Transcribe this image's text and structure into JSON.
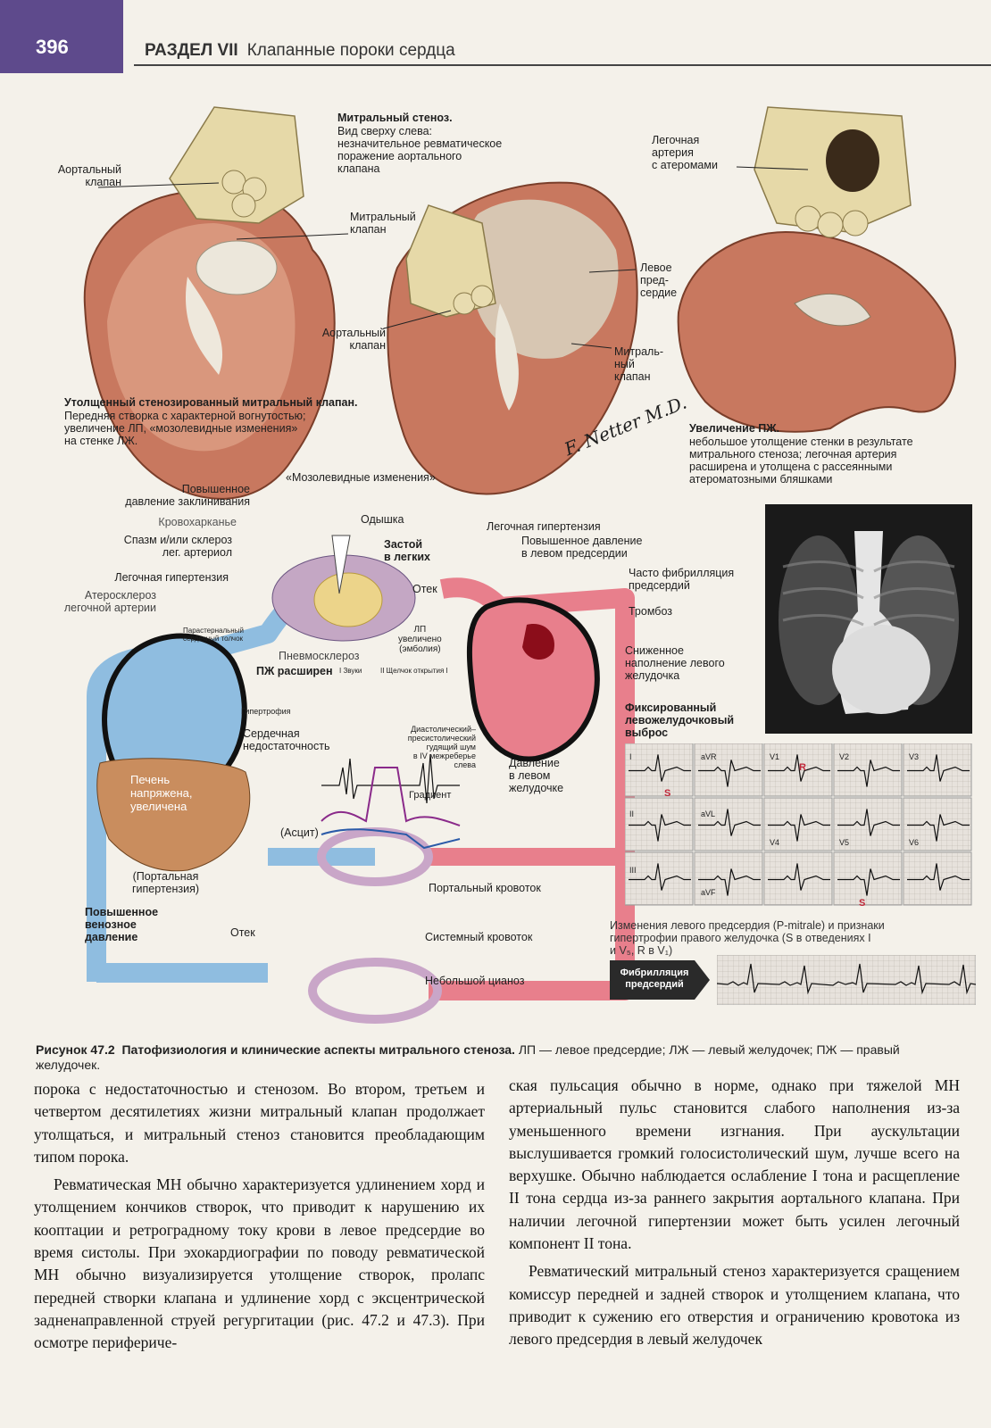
{
  "header": {
    "page_number": "396",
    "section": "РАЗДЕЛ VII",
    "title": "Клапанные пороки сердца"
  },
  "top_labels": {
    "aortic_valve_1": "Аортальный\nклапан",
    "mitral_stenosis_title": "Митральный стеноз.",
    "mitral_stenosis_desc": "Вид сверху слева:\nнезначительное ревматическое\nпоражение аортального\nклапана",
    "mitral_valve_1": "Митральный\nклапан",
    "aortic_valve_2": "Аортальный\nклапан",
    "left_atrium": "Левое\nпред-\nсердие",
    "mitral_valve_2": "Митраль-\nный\nклапан",
    "pulm_artery": "Легочная\nартерия\nс атеромами",
    "thick_title": "Утолщенный стенозированный митральный клапан.",
    "thick_desc": "Передняя створка с характерной вогнутостью;\nувеличение ЛП, «мозолевидные изменения»\nна стенке ЛЖ.",
    "callus": "«Мозолевидные изменения»",
    "rv_title": "Увеличение ПЖ.",
    "rv_desc": "небольшое утолщение стенки в результате\nмитрального стеноза; легочная артерия\nрасширена и утолщена с рассеянными\nатероматозными бляшками",
    "signature": "F. Netter M.D."
  },
  "diagram_labels": {
    "wedge": "Повышенное\nдавление заклинивания",
    "hemoptysis": "Кровохарканье",
    "spasm": "Спазм и/или склероз\nлег. артериол",
    "pulm_htn_left": "Легочная гипертензия",
    "athero": "Атеросклероз\nлегочной артерии",
    "parasternal": "Парастернальный\nсердечный толчок",
    "pneumosclerosis": "Пневмосклероз",
    "rv_enlarged": "ПЖ расширен",
    "dyspnea": "Одышка",
    "congestion": "Застой\nв легких",
    "edema_lung": "Отек",
    "pulm_htn_right": "Легочная гипертензия",
    "la_pressure": "Повышенное давление\nв левом предсердии",
    "af": "Часто фибрилляция\nпредсердий",
    "thrombosis": "Тромбоз",
    "la_enlarged": "ЛП\nувеличено\n(эмболия)",
    "lv_filling": "Сниженное\nнаполнение левого\nжелудочка",
    "fixed_output": "Фиксированный\nлевожелудочковый\nвыброс",
    "sound_1": "I Звуки",
    "sound_2": "II Щелчок открытия I",
    "hypertrophy": "Гипертрофия",
    "hf": "Сердечная\nнедостаточность",
    "murmur": "Диастолический–\nпресистолический\nгудящий шум\nв IV межреберье\nслева",
    "gradient": "Градиент",
    "lv_pressure": "Давление\nв левом\nжелудочке",
    "liver": "Печень\nнапряжена,\nувеличена",
    "ascites": "(Асцит)",
    "portal_htn": "(Портальная\nгипертензия)",
    "venous_pressure": "Повышенное\nвенозное\nдавление",
    "edema": "Отек",
    "portal_flow": "Портальный кровоток",
    "systemic_flow": "Системный кровоток",
    "cyanosis": "Небольшой цианоз",
    "af_banner": "Фибрилляция\nпредсердий",
    "ecg_caption": "Изменения левого предсердия (P-mitrale) и признаки\nгипертрофии правого желудочка (S в отведениях I\nи V₅, R в V₁)"
  },
  "ecg_leads": [
    "I",
    "aVR",
    "V1",
    "V2",
    "V3",
    "II",
    "aVL",
    "V4",
    "V5",
    "V6",
    "III",
    "aVF"
  ],
  "ecg_markers": {
    "s1": "S",
    "r1": "R",
    "s5": "S"
  },
  "caption": {
    "label": "Рисунок 47.2",
    "title": "Патофизиология и клинические аспекты митрального стеноза.",
    "rest": "ЛП — левое предсердие; ЛЖ — левый желудочек; ПЖ — правый желудочек."
  },
  "body": {
    "left_p1": "порока с недостаточностью и стенозом. Во втором, третьем и четвертом десятилетиях жизни митральный клапан продолжает утолщаться, и митральный стеноз становится преобладающим типом порока.",
    "left_p2": "Ревматическая МН обычно характеризуется удлинением хорд и утолщением кончиков створок, что приводит к нарушению их кооптации и ретроградному току крови в левое предсердие во время систолы. При эхокардиографии по поводу ревматической МН обычно визуализируется утолщение створок, пролапс передней створки клапана и удлинение хорд с эксцентрической задненаправленной струей регургитации (рис. 47.2 и 47.3). При осмотре перифериче-",
    "right_p1": "ская пульсация обычно в норме, однако при тяжелой МН артериальный пульс становится слабого наполнения из-за уменьшенного времени изгнания. При аускультации выслушивается громкий голосистолический шум, лучше всего на верхушке. Обычно наблюдается ослабление I тона и расщепление II тона сердца из-за раннего закрытия аортального клапана. При наличии легочной гипертензии может быть усилен легочный компонент II тона.",
    "right_p2": "Ревматический митральный стеноз характеризуется сращением комиссур передней и задней створок и утолщением клапана, что приводит к сужению его отверстия и ограничению кровотока из левого предсердия в левый желудочек"
  },
  "colors": {
    "tab": "#5e4a8c",
    "venous": "#8fbde0",
    "arterial": "#e87f8c",
    "heart_muscle": "#c8785f",
    "valve": "#e8dcb0"
  }
}
